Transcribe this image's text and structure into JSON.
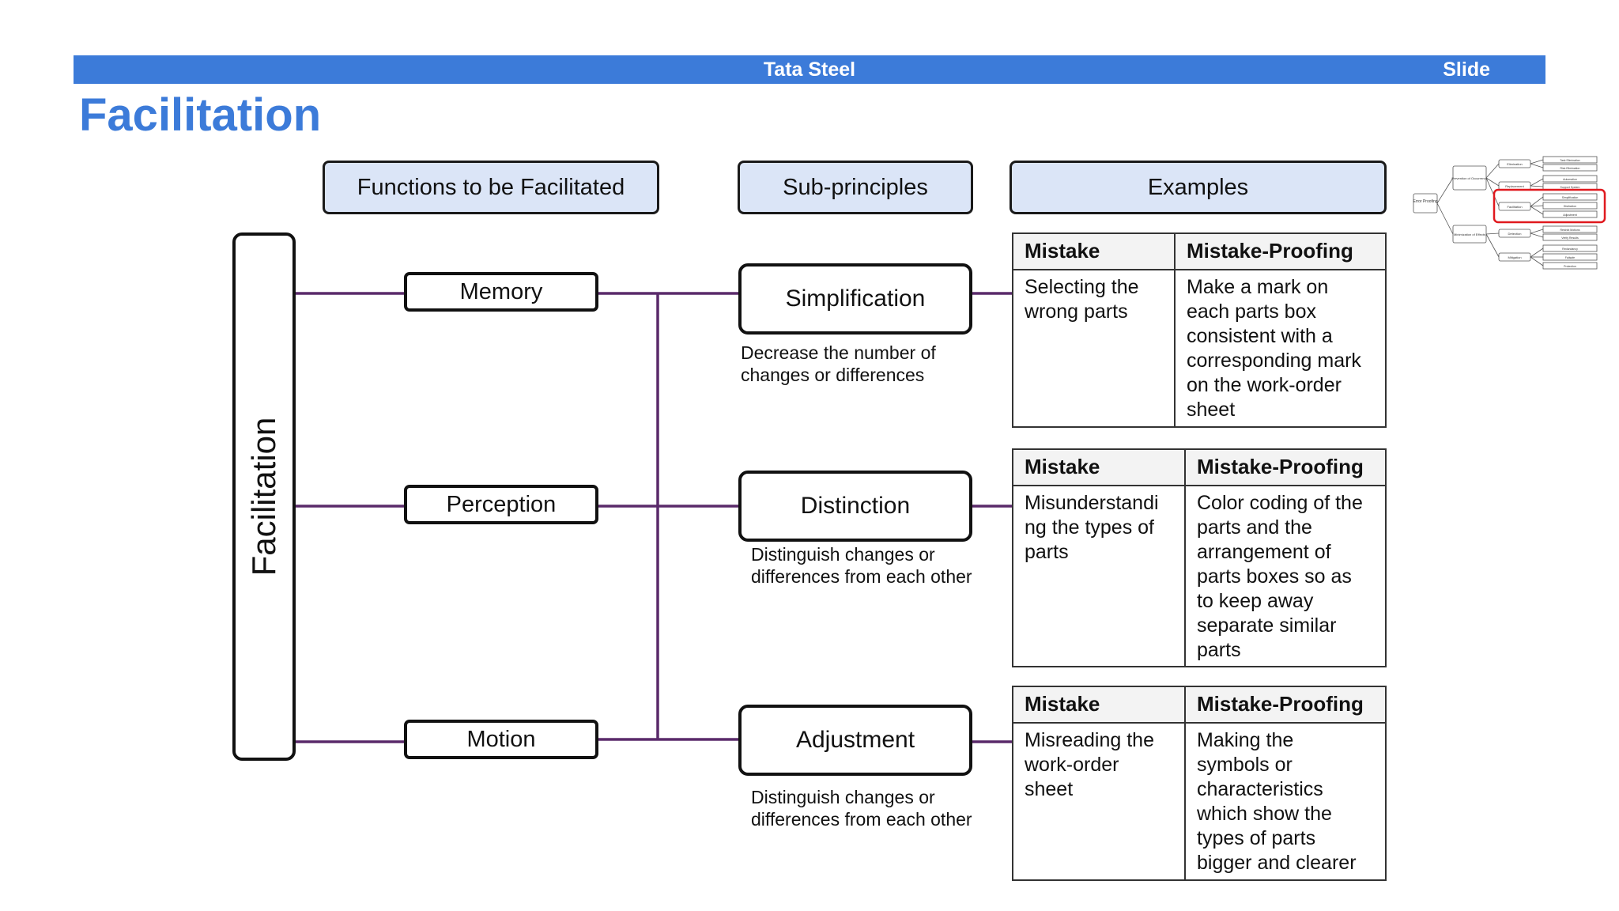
{
  "header": {
    "company": "Tata Steel",
    "slide_label": "Slide"
  },
  "title": "Facilitation",
  "column_headers": {
    "functions": "Functions to be Facilitated",
    "subprinciples": "Sub-principles",
    "examples": "Examples"
  },
  "root_label": "Facilitation",
  "functions": [
    "Memory",
    "Perception",
    "Motion"
  ],
  "subprinciples": [
    {
      "name": "Simplification",
      "description_lines": [
        "Decrease the number of",
        "changes or differences"
      ]
    },
    {
      "name": "Distinction",
      "description_lines": [
        "Distinguish changes or",
        "differences from each other"
      ]
    },
    {
      "name": "Adjustment",
      "description_lines": [
        "Distinguish changes or",
        "differences from each other"
      ]
    }
  ],
  "examples": [
    {
      "mistake_header": "Mistake",
      "proofing_header": "Mistake-Proofing",
      "mistake_lines": [
        "Selecting the",
        "wrong parts"
      ],
      "proofing_lines": [
        "Make a mark on",
        "each parts box",
        "consistent with a",
        "corresponding mark",
        "on the work-order",
        "sheet"
      ]
    },
    {
      "mistake_header": "Mistake",
      "proofing_header": "Mistake-Proofing",
      "mistake_lines": [
        "Misunderstandi",
        "ng the types of",
        "parts"
      ],
      "proofing_lines": [
        "Color coding of the",
        "parts and the",
        "arrangement of",
        "parts boxes so as",
        "to keep away",
        "separate similar",
        "parts"
      ]
    },
    {
      "mistake_header": "Mistake",
      "proofing_header": "Mistake-Proofing",
      "mistake_lines": [
        "Misreading the",
        "work-order",
        "sheet"
      ],
      "proofing_lines": [
        "Making the",
        "symbols or",
        "characteristics",
        "which show the",
        "types of parts",
        "bigger and clearer"
      ]
    }
  ],
  "mini_map": {
    "root": "Error Proofing",
    "level1": [
      "Prevention of Occurrence",
      "Minimization of Effects"
    ],
    "level2": [
      "Elimination",
      "Replacement",
      "Facilitation",
      "Detection",
      "Mitigation"
    ],
    "level3": [
      "Task Elimination",
      "Risk Elimination",
      "Automation",
      "Support System",
      "Simplification",
      "Distinction",
      "Adjustment",
      "Restrict Motions",
      "Verify Results",
      "Redundancy",
      "Failsafe",
      "Protection"
    ],
    "highlight": "Facilitation",
    "highlight_color": "#e0191e"
  },
  "colors": {
    "accent": "#3c7bd9",
    "header_fill": "#dbe5f7",
    "connector": "#5a2a6a"
  }
}
